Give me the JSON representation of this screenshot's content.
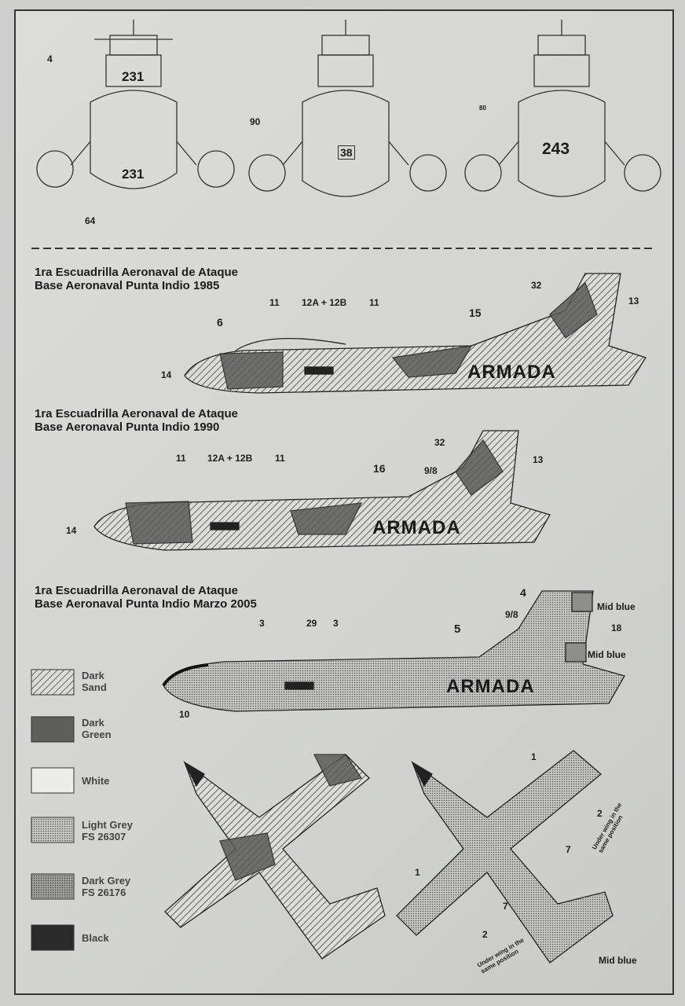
{
  "helicopters": [
    {
      "callouts": [
        "4",
        "231",
        "231",
        "64"
      ]
    },
    {
      "callouts": [
        "90",
        "38"
      ]
    },
    {
      "callouts": [
        "80",
        "243"
      ]
    }
  ],
  "schemes": [
    {
      "title_line1": "1ra Escuadrilla Aeronaval de Ataque",
      "title_line2": "Base Aeronaval Punta Indio 1985",
      "marking": "ARMADA",
      "callouts": [
        "6",
        "11",
        "12A + 12B",
        "11",
        "15",
        "32",
        "13",
        "14"
      ]
    },
    {
      "title_line1": "1ra Escuadrilla Aeronaval de Ataque",
      "title_line2": "Base Aeronaval Punta Indio 1990",
      "marking": "ARMADA",
      "callouts": [
        "11",
        "12A + 12B",
        "11",
        "16",
        "32",
        "9/8",
        "13",
        "14"
      ]
    },
    {
      "title_line1": "1ra Escuadrilla Aeronaval de Ataque",
      "title_line2": "Base Aeronaval Punta Indio  Marzo 2005",
      "marking": "ARMADA",
      "callouts": [
        "3",
        "29",
        "3",
        "4",
        "9/8",
        "5",
        "Mid blue",
        "18",
        "Mid blue",
        "10"
      ]
    }
  ],
  "legend": [
    {
      "line1": "Dark",
      "line2": "Sand",
      "color": "#9a968c"
    },
    {
      "line1": "Dark",
      "line2": "Green",
      "color": "#5a5a58"
    },
    {
      "line1": "White",
      "line2": "",
      "color": "#ececea"
    },
    {
      "line1": "Light Grey",
      "line2": "FS 26307",
      "color": "#c4c4c0"
    },
    {
      "line1": "Dark Grey",
      "line2": "FS 26176",
      "color": "#a2a29e"
    },
    {
      "line1": "Black",
      "line2": "",
      "color": "#2a2a2a"
    }
  ],
  "planforms": {
    "callouts": [
      "1",
      "2",
      "7",
      "7",
      "1",
      "2",
      "Mid blue"
    ],
    "note": "Under wing in the same position"
  }
}
